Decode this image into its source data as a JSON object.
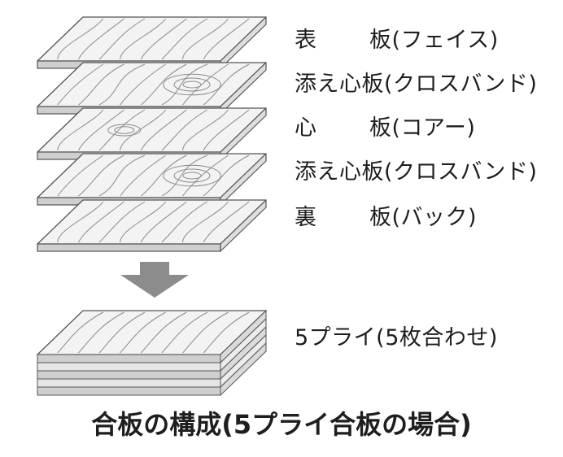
{
  "layers": [
    {
      "kind": "表",
      "name": "板(フェイス)"
    },
    {
      "kind": "添え心",
      "name": "板(クロスバンド)"
    },
    {
      "kind": "心",
      "name": "板(コアー)"
    },
    {
      "kind": "添え心",
      "name": "板(クロスバンド)"
    },
    {
      "kind": "裏",
      "name": "板(バック)"
    }
  ],
  "combined_label": "5プライ(5枚合わせ)",
  "caption": "合板の構成(5プライ合板の場合)",
  "colors": {
    "wood_top": "#f3f3f3",
    "wood_edge": "#cfcfcf",
    "grain": "#8a8a8a",
    "outline": "#555555",
    "arrow": "#8c8c8c",
    "text": "#1e1e1e"
  },
  "icons": [
    "down-arrow-icon"
  ]
}
